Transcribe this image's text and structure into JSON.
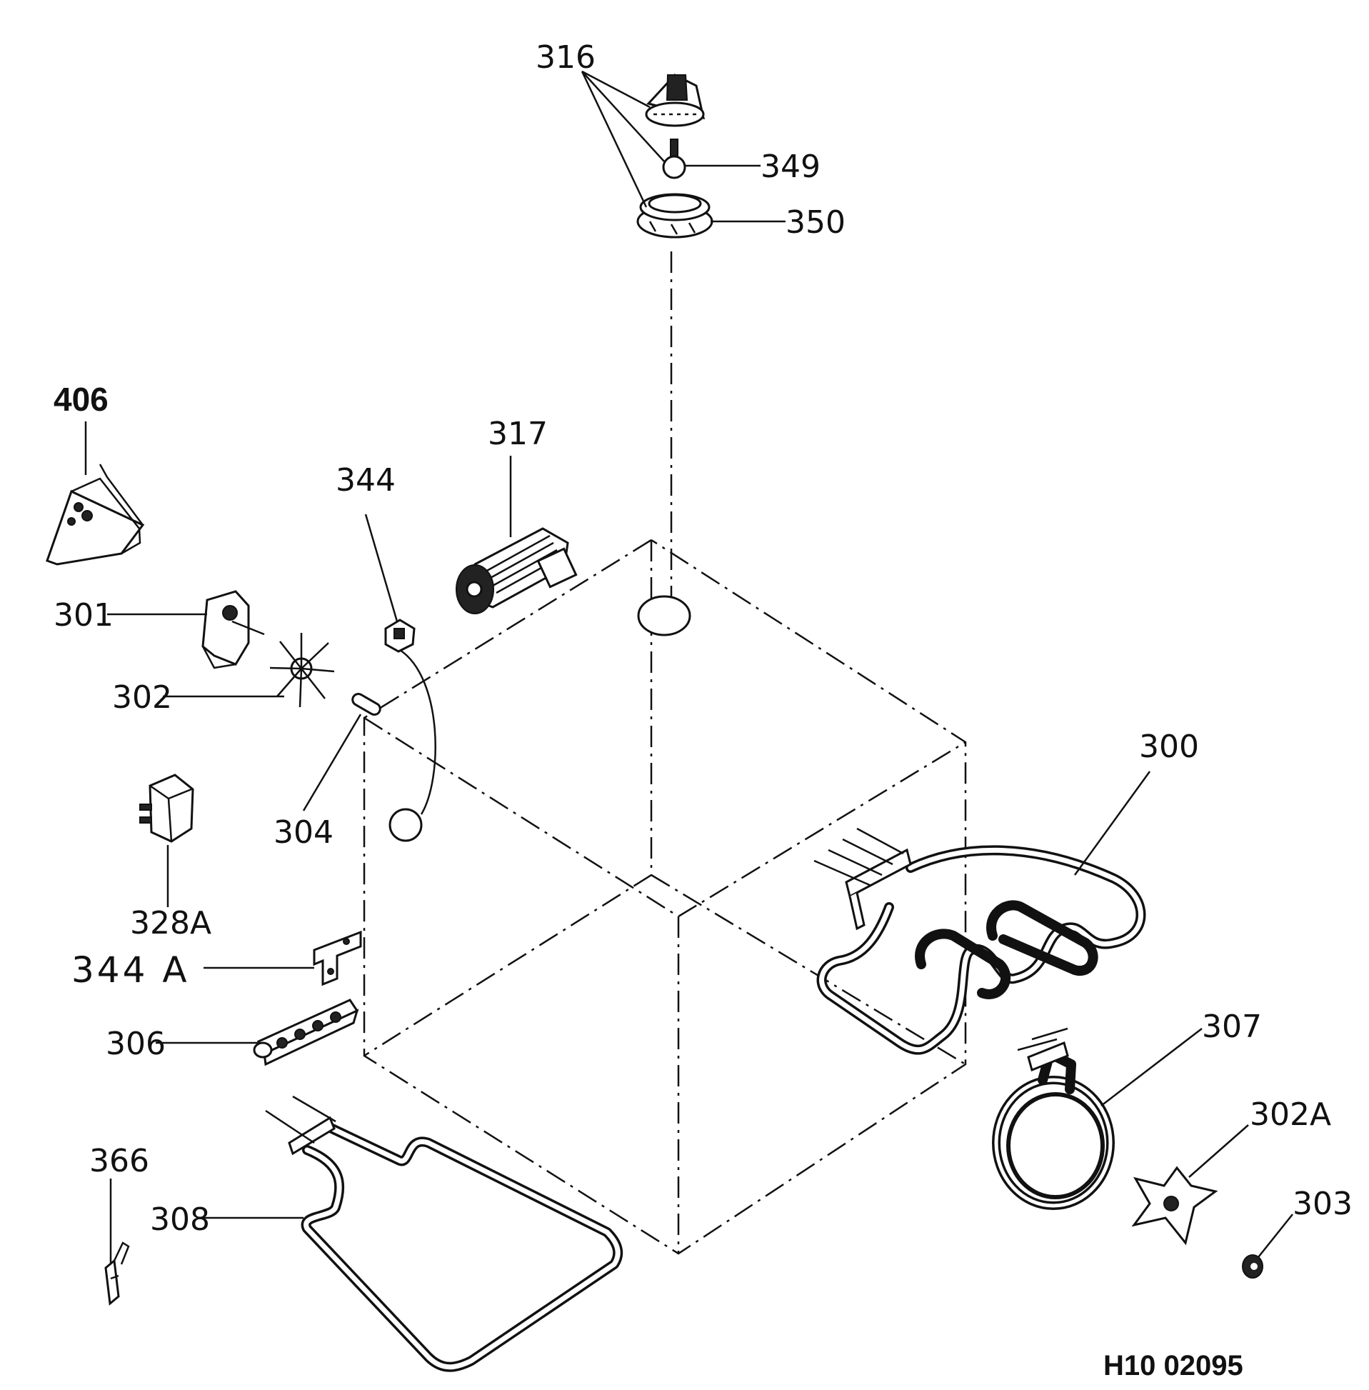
{
  "parts": [
    {
      "id": "p316",
      "number": "316"
    },
    {
      "id": "p349",
      "number": "349"
    },
    {
      "id": "p350",
      "number": "350"
    },
    {
      "id": "p406",
      "number": "406"
    },
    {
      "id": "p317",
      "number": "317"
    },
    {
      "id": "p344",
      "number": "344"
    },
    {
      "id": "p301",
      "number": "301"
    },
    {
      "id": "p302",
      "number": "302"
    },
    {
      "id": "p304",
      "number": "304"
    },
    {
      "id": "p328A",
      "number": "328A"
    },
    {
      "id": "p344A",
      "number": "344 A"
    },
    {
      "id": "p306",
      "number": "306"
    },
    {
      "id": "p300",
      "number": "300"
    },
    {
      "id": "p307",
      "number": "307"
    },
    {
      "id": "p302A",
      "number": "302A"
    },
    {
      "id": "p303",
      "number": "303"
    },
    {
      "id": "p366",
      "number": "366"
    },
    {
      "id": "p308",
      "number": "308"
    }
  ],
  "drawing_code": "H10 02095"
}
